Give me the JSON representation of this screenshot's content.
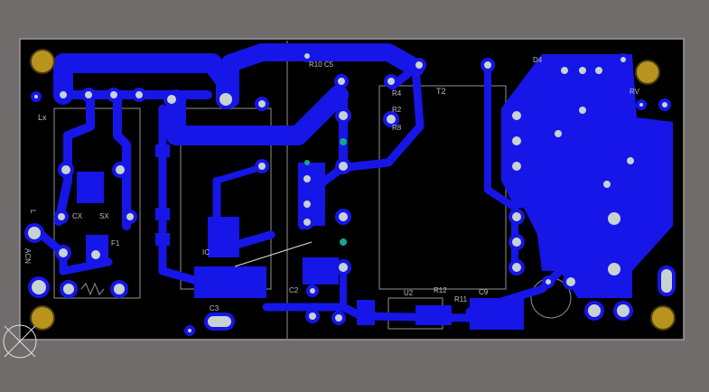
{
  "colors": {
    "background": "#6f6c6b",
    "board": "#000000",
    "copper": "#1616e8",
    "pad": "#c8d2d2",
    "via": "#1aa38e",
    "mounting_hole": "#b8941e",
    "silkscreen": "#bdbdbd"
  },
  "board": {
    "layer": "bottom copper"
  },
  "labels": {
    "lx": "Lx",
    "r10_c5": "R10 C5",
    "r4": "R4",
    "r2": "R2",
    "r8": "R8",
    "t2": "T2",
    "d4": "D4",
    "rv": "RV",
    "cx": "CX",
    "sx": "SX",
    "f1": "F1",
    "acn": "ACN",
    "l1": "L",
    "u2": "U2",
    "r12": "R12",
    "r11": "R11",
    "c9": "C9",
    "c2": "C2",
    "c3": "C3",
    "ic": "IC"
  }
}
